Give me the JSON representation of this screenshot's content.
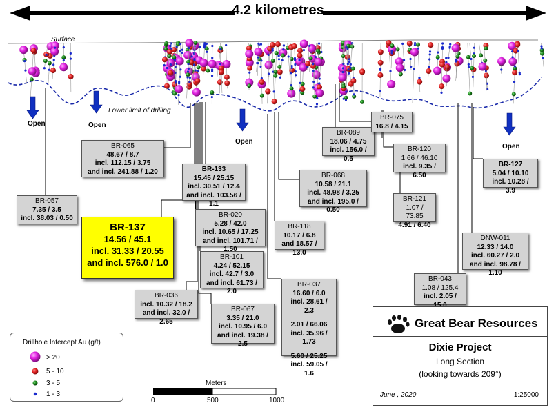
{
  "header": {
    "length_label": "4.2 kilometres"
  },
  "surface_label": "Surface",
  "lower_limit_label": "Lower limit of drilling",
  "open_label": "Open",
  "featured": {
    "id": "BR-137",
    "lines": [
      "14.56 / 45.1",
      "incl. 31.33 / 20.55",
      "and incl. 576.0 / 1.0"
    ]
  },
  "boxes": {
    "br065": {
      "id": "BR-065",
      "lines": [
        "48.67 / 8.7",
        "incl. 112.15 / 3.75",
        "and incl. 241.88 / 1.20"
      ]
    },
    "br057": {
      "id": "BR-057",
      "lines": [
        "7.35 / 3.5",
        "incl. 38.03 / 0.50"
      ]
    },
    "br133": {
      "id": "BR-133",
      "lines": [
        "15.45 / 25.15",
        "incl. 30.51 / 12.4",
        "and incl. 103.56 / 1.1"
      ]
    },
    "br020": {
      "id": "BR-020",
      "lines": [
        "5.28 / 42.0",
        "incl. 10.65 / 17.25",
        "and incl. 101.71 / 1.50"
      ]
    },
    "br101": {
      "id": "BR-101",
      "lines": [
        "4.24 / 52.15",
        "incl. 42.7 / 3.0",
        "and incl. 61.73 / 2.0"
      ]
    },
    "br036": {
      "id": "BR-036",
      "lines": [
        "incl. 10.32 / 18.2",
        "and incl. 32.0 / 2.65"
      ]
    },
    "br067": {
      "id": "BR-067",
      "lines": [
        "3.35 / 21.0",
        "incl. 10.95 / 6.0",
        "and incl. 19.38 / 2.5"
      ]
    },
    "br037": {
      "id": "BR-037",
      "lines": [
        "16.60 / 6.0",
        "incl. 28.61 / 2.3",
        "2.01 / 66.06",
        "incl. 35.96 / 1.73",
        "5.60 / 25.25",
        "incl. 59.05 / 1.6"
      ]
    },
    "br118": {
      "id": "BR-118",
      "lines": [
        "10.17 / 6.8",
        "and 18.57 / 13.0"
      ]
    },
    "br068": {
      "id": "BR-068",
      "lines": [
        "10.58 / 21.1",
        "incl. 48.98 / 3.25",
        "and incl. 195.0 / 0.50"
      ]
    },
    "br089": {
      "id": "BR-089",
      "lines": [
        "18.06 / 4.75",
        "incl. 156.0 / 0.5"
      ]
    },
    "br075": {
      "id": "BR-075",
      "lines": [
        "16.8 / 4.15"
      ]
    },
    "br120": {
      "id": "BR-120",
      "lines": [
        "1.66 / 46.10",
        "incl. 9.35 / 6.50"
      ]
    },
    "br121": {
      "id": "BR-121",
      "lines": [
        "1.07 / 73.85",
        "4.91 / 6.40"
      ]
    },
    "br127": {
      "id": "BR-127",
      "lines": [
        "5.04 / 10.10",
        "incl. 10.28 / 3.9"
      ]
    },
    "dnw011": {
      "id": "DNW-011",
      "lines": [
        "12.33 / 14.0",
        "incl. 60.27 / 2.0",
        "and incl. 98.78 / 1.10"
      ]
    },
    "br043": {
      "id": "BR-043",
      "lines": [
        "1.08 / 125.4",
        "incl. 2.05 / 15.0"
      ]
    }
  },
  "legend": {
    "title": "Drillhole Intercept Au (g/t)",
    "items": [
      {
        "label": "> 20",
        "color": "#e020e0"
      },
      {
        "label": "5 - 10",
        "color": "#e02020"
      },
      {
        "label": "3 - 5",
        "color": "#1a8a1a"
      },
      {
        "label": "1 - 3",
        "color": "#1a2acc"
      }
    ]
  },
  "scale": {
    "title": "Meters",
    "ticks": [
      "0",
      "500",
      "1000"
    ]
  },
  "info": {
    "company": "Great Bear Resources",
    "project": "Dixie Project",
    "section": "Long Section",
    "view": "(looking towards 209°)",
    "date": "June , 2020",
    "scale": "1:25000"
  },
  "colors": {
    "magenta": "#e020e0",
    "red": "#e02020",
    "green": "#1a8a1a",
    "blue": "#1a2acc",
    "callout": "#d4d4d4",
    "featured": "#ffff00",
    "arrow": "#1030c0"
  }
}
